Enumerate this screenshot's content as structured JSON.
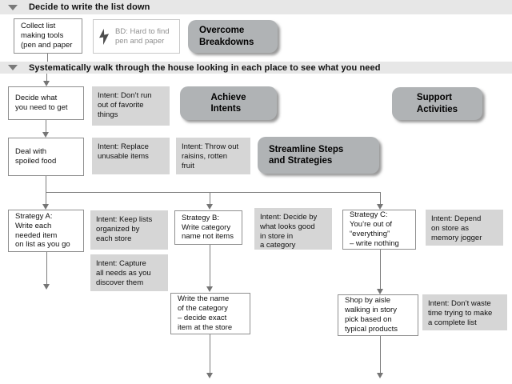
{
  "meta": {
    "title": "Grocery list sequence model diagram"
  },
  "colors": {
    "header_bg": "#e7e7e7",
    "intent_bg": "#d6d6d6",
    "activity_bg": "#b0b3b5",
    "step_border": "#8f8f8f",
    "breakdown_text": "#8f8f8f",
    "connector_line": "#7d7d7d"
  },
  "icons": {
    "collapse": "triangle-down-icon",
    "breakdown": "lightning-bolt-icon"
  },
  "headers": {
    "h1": "Decide to write the list down",
    "h2": "Systematically walk through the house looking in each place to see what you need"
  },
  "activities": {
    "overcome": "Overcome\nBreakdowns",
    "achieve": "Achieve\nIntents",
    "support": "Support\nActivities",
    "streamline": "Streamline Steps\nand Strategies"
  },
  "nodes": {
    "collect_tools": "Collect list\nmaking tools\n(pen and paper",
    "bd_pen_paper": "BD: Hard to find\npen and paper",
    "decide_what": "Decide what\nyou need to get",
    "intent_favorites": "Intent: Don’t run\nout of favorite\nthings",
    "deal_spoiled": "Deal with\nspoiled food",
    "intent_replace": "Intent: Replace\nunusable items",
    "intent_throwout": "Intent: Throw out\nraisins, rotten\nfruit",
    "strategy_a": "Strategy A:\nWrite each\nneeded item\non list as you go",
    "intent_keep_lists": "Intent: Keep lists\norganized by\neach store",
    "intent_capture": "Intent: Capture\nall needs as you\ndiscover them",
    "strategy_b": "Strategy B:\nWrite category\nname not items",
    "intent_decide_by": "Intent: Decide by\nwhat looks good\nin store in\na category",
    "strategy_c": "Strategy C:\nYou’re out of\n“everything”\n– write nothing",
    "intent_depend": "Intent: Depend\non store as\nmemory jogger",
    "write_category": "Write the name\nof the category\n– decide exact\nitem at the store",
    "shop_aisle": "Shop by aisle\nwalking in story\npick based on\ntypical products",
    "intent_dont_waste": "Intent: Don’t waste\ntime trying to make\na complete list"
  }
}
